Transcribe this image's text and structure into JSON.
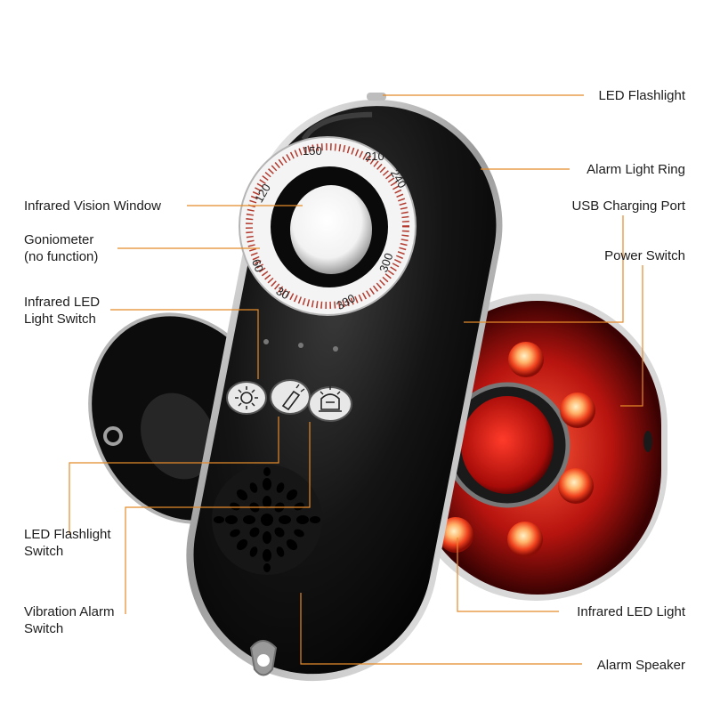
{
  "callouts": {
    "led_flashlight": "LED Flashlight",
    "alarm_light_ring": "Alarm Light Ring",
    "usb_charging_port": "USB Charging Port",
    "power_switch": "Power Switch",
    "infrared_led_light": "Infrared LED Light",
    "alarm_speaker": "Alarm Speaker",
    "infrared_vision_window": "Infrared Vision Window",
    "goniometer_line1": "Goniometer",
    "goniometer_line2": "(no function)",
    "ir_switch_line1": "Infrared LED",
    "ir_switch_line2": "Light Switch",
    "flash_switch_line1": "LED Flashlight",
    "flash_switch_line2": "Switch",
    "vib_switch_line1": "Vibration Alarm",
    "vib_switch_line2": "Switch"
  },
  "dial_ticks": [
    "150",
    "210",
    "240",
    "300",
    "330",
    "30",
    "60",
    "120"
  ],
  "colors": {
    "leader": "#e58a2b",
    "device_body": "#111111",
    "chrome": "#c9c9c9",
    "ir_glow": "#e8261c",
    "background": "#ffffff"
  }
}
